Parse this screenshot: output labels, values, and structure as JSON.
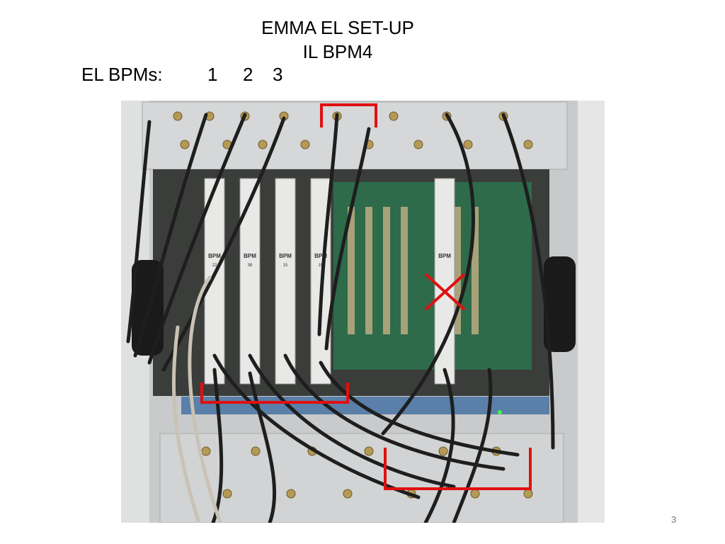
{
  "slide": {
    "title_line1": "EMMA EL SET-UP",
    "title_line2": "IL BPM4",
    "el_bpms_label": "EL BPMs:",
    "bpm_numbers": [
      "1",
      "2",
      "3"
    ],
    "page_number": "3"
  },
  "photo": {
    "card_labels": [
      "BPM",
      "BPM",
      "BPM",
      "BPM",
      "BPM"
    ],
    "card_numbers": [
      "22",
      "38",
      "15",
      "10"
    ],
    "annotation_color": "#e01010"
  }
}
